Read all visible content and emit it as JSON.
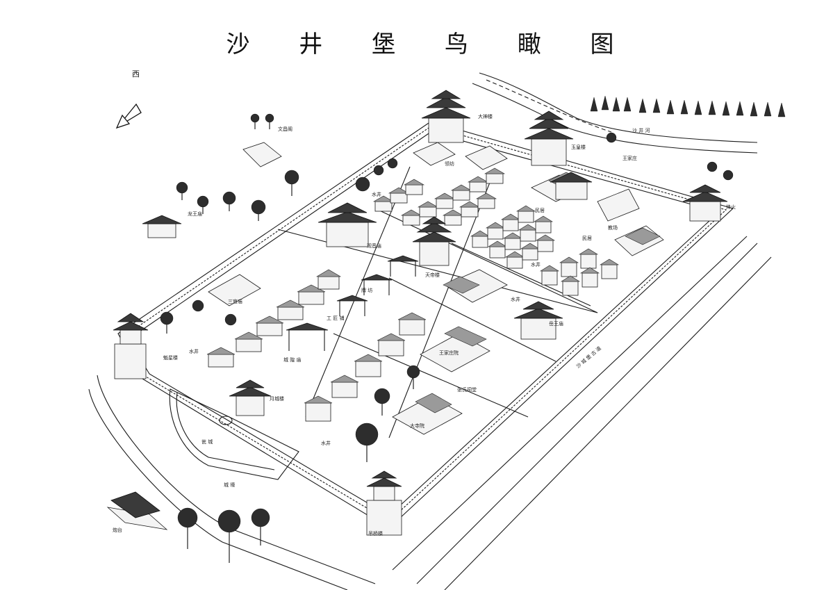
{
  "title": "沙 井 堡 鸟 瞰 图",
  "direction": {
    "label": "西",
    "icon": "arrow-icon"
  },
  "labels": {
    "dadong_tower": "大神楼",
    "yuhuang_tower": "玉皇楼",
    "fenghuo": "烽火",
    "longwang": "龙王庙",
    "guanyin": "观音庙",
    "sanguan": "三官庙",
    "wenchang": "文昌阁",
    "minju1": "民居",
    "minju2": "民居",
    "shuijing1": "水井",
    "shuijing2": "水井",
    "shuijing3": "水井",
    "shuijing4": "水井",
    "shuijing5": "水井",
    "dongmen_tower": "天帝楼",
    "kuixing": "魁星楼",
    "yuewang": "岳王庙",
    "wangjia": "王家庄院",
    "zhangjia": "张氏祠堂",
    "dasi": "大寺院",
    "gongfang": "工 匠 铺",
    "paifang": "牌 坊",
    "chenghuang": "城 隍 庙",
    "yuecheng_tower": "月城楼",
    "wengcheng": "瓮 城",
    "chenghao": "城 壕",
    "nanmen": "吊桥楼",
    "paotai": "炮台",
    "road": "沙 城 堡 古 道",
    "river": "沙 井 河",
    "wangjiazhuang": "王家庄",
    "lingfang": "领坊",
    "jiaoshan": "教场"
  }
}
